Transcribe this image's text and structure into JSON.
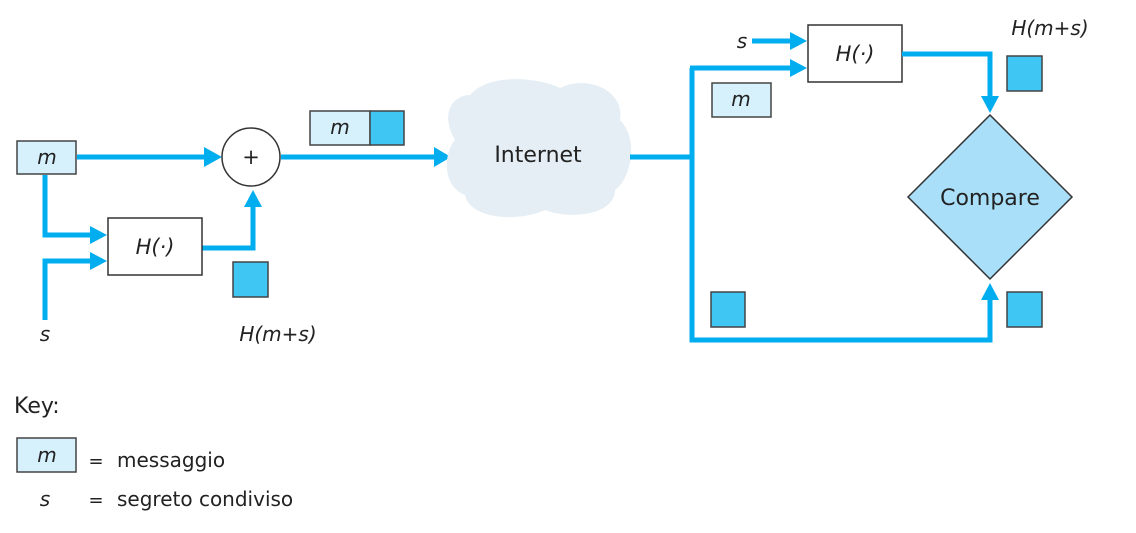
{
  "sender": {
    "message_label": "m",
    "secret_label": "s",
    "hash_label": "H(·)",
    "combiner_label": "+",
    "hash_output_label": "H(m+s)",
    "packet_message_label": "m"
  },
  "network": {
    "label": "Internet"
  },
  "receiver": {
    "secret_label": "s",
    "hash_label": "H(·)",
    "message_label": "m",
    "hash_output_label": "H(m+s)",
    "compare_label": "Compare"
  },
  "key": {
    "title": "Key:",
    "items": [
      {
        "symbol": "m",
        "equals": "=",
        "meaning": "messaggio"
      },
      {
        "symbol": "s",
        "equals": "=",
        "meaning": "segreto condiviso"
      }
    ]
  },
  "colors": {
    "flow": "#00aeef",
    "message_fill": "#d6f0fc",
    "hash_fill": "#3fc6f2",
    "cloud_fill": "#e4eef4",
    "compare_fill": "#a9dff8"
  }
}
